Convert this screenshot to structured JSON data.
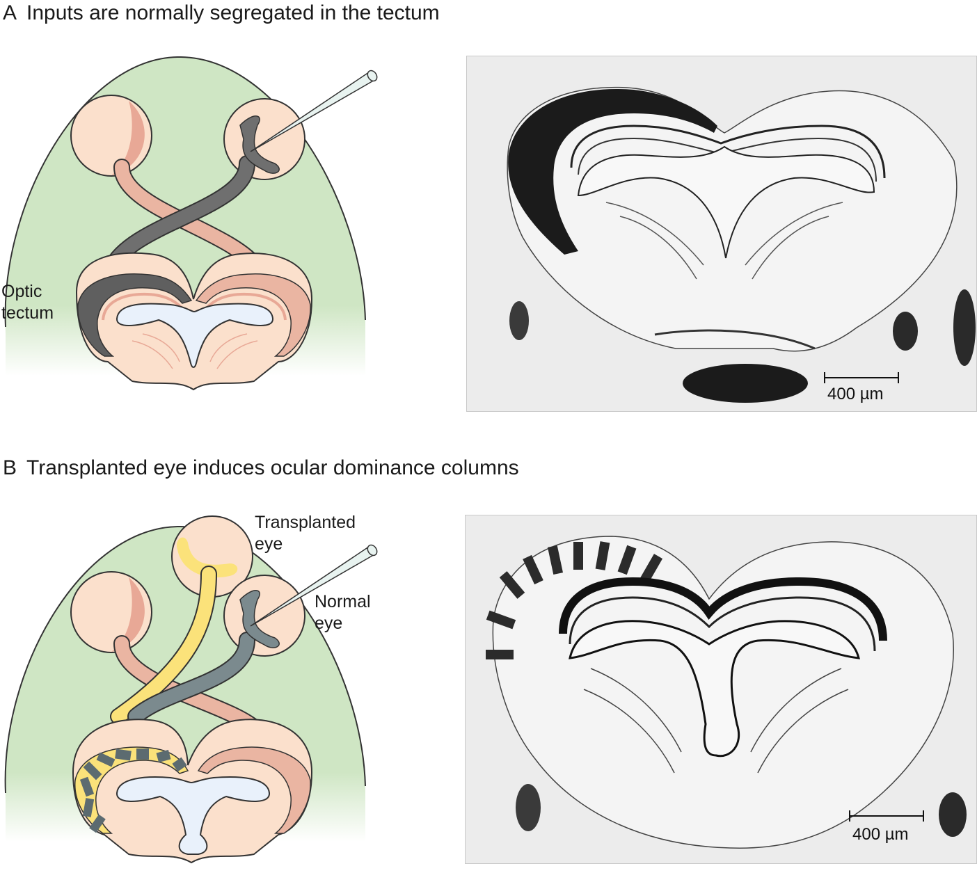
{
  "panel_a": {
    "letter": "A",
    "title": "Inputs are normally segregated in the tectum",
    "label_tectum": "Optic\ntectum",
    "scale_bar": "400 µm"
  },
  "panel_b": {
    "letter": "B",
    "title": "Transplanted eye induces ocular dominance columns",
    "label_transplanted": "Transplanted\neye",
    "label_normal": "Normal\neye",
    "scale_bar": "400 µm"
  },
  "colors": {
    "head": "#cfe6c4",
    "eye": "#fbe0cc",
    "eye_inner": "#e8a896",
    "optic_tract": "#eab5a2",
    "labelled_a": "#6f6f6f",
    "transplanted": "#fbe27a",
    "normal_b": "#7b8a8e",
    "ventricle": "#e9f1fb",
    "outline": "#333333"
  }
}
